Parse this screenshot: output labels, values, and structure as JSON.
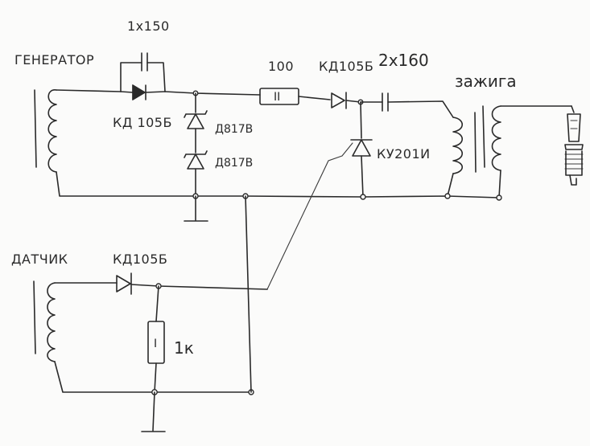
{
  "labels": {
    "generator": "ГЕНЕРАТОР",
    "sensor": "ДАТЧИК",
    "ignition": "зажига",
    "cap1": "1x150",
    "diode1": "КД 105Б",
    "zener1": "Д817В",
    "zener2": "Д817В",
    "resistor1": "100",
    "diode2": "КД105Б",
    "cap2": "2x160",
    "thyristor": "КУ201И",
    "diode3": "КД105Б",
    "resistor2": "1к",
    "resistor1_mark": "II",
    "resistor2_mark": "I"
  }
}
